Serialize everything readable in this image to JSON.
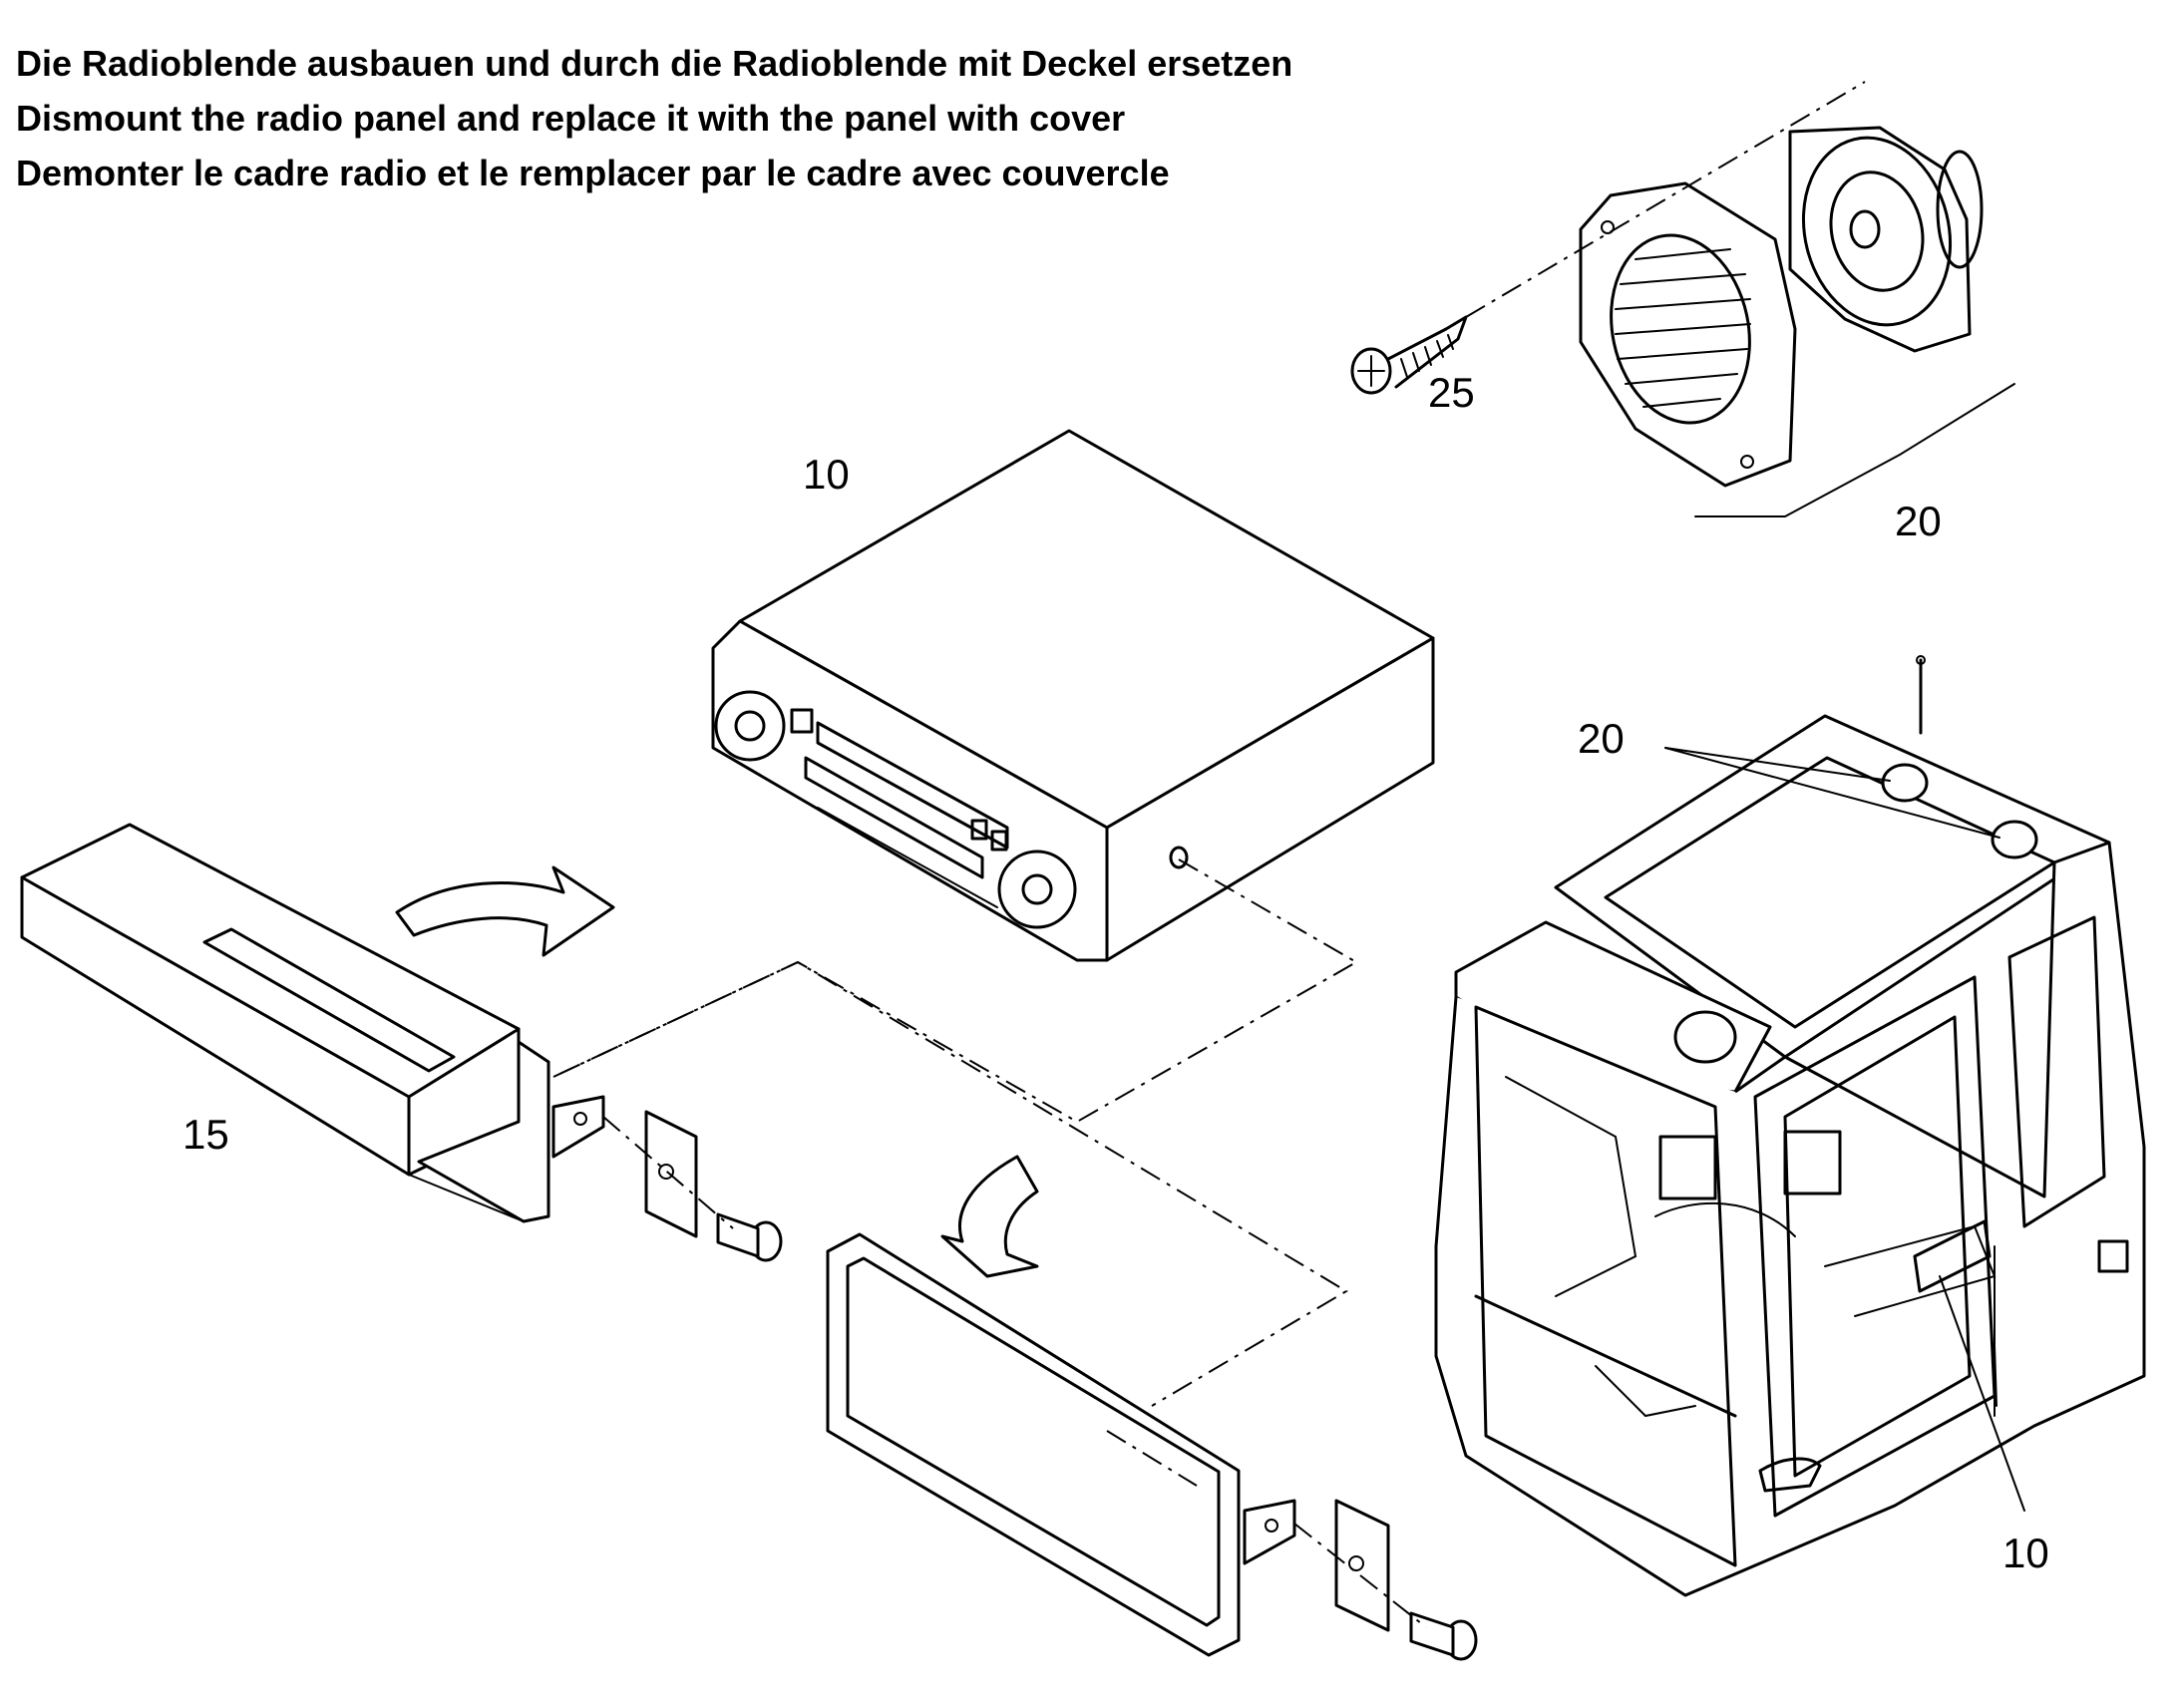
{
  "instructions": {
    "de": "Die Radioblende ausbauen und durch die Radioblende mit Deckel ersetzen",
    "en": "Dismount the radio panel and replace it with the panel with cover",
    "fr": "Demonter le cadre radio et le remplacer par le cadre avec couvercle"
  },
  "callouts": {
    "radio": "10",
    "speaker_top": "20",
    "screw": "25",
    "cover_panel": "15",
    "speaker_cab": "20",
    "radio_cab": "10"
  }
}
